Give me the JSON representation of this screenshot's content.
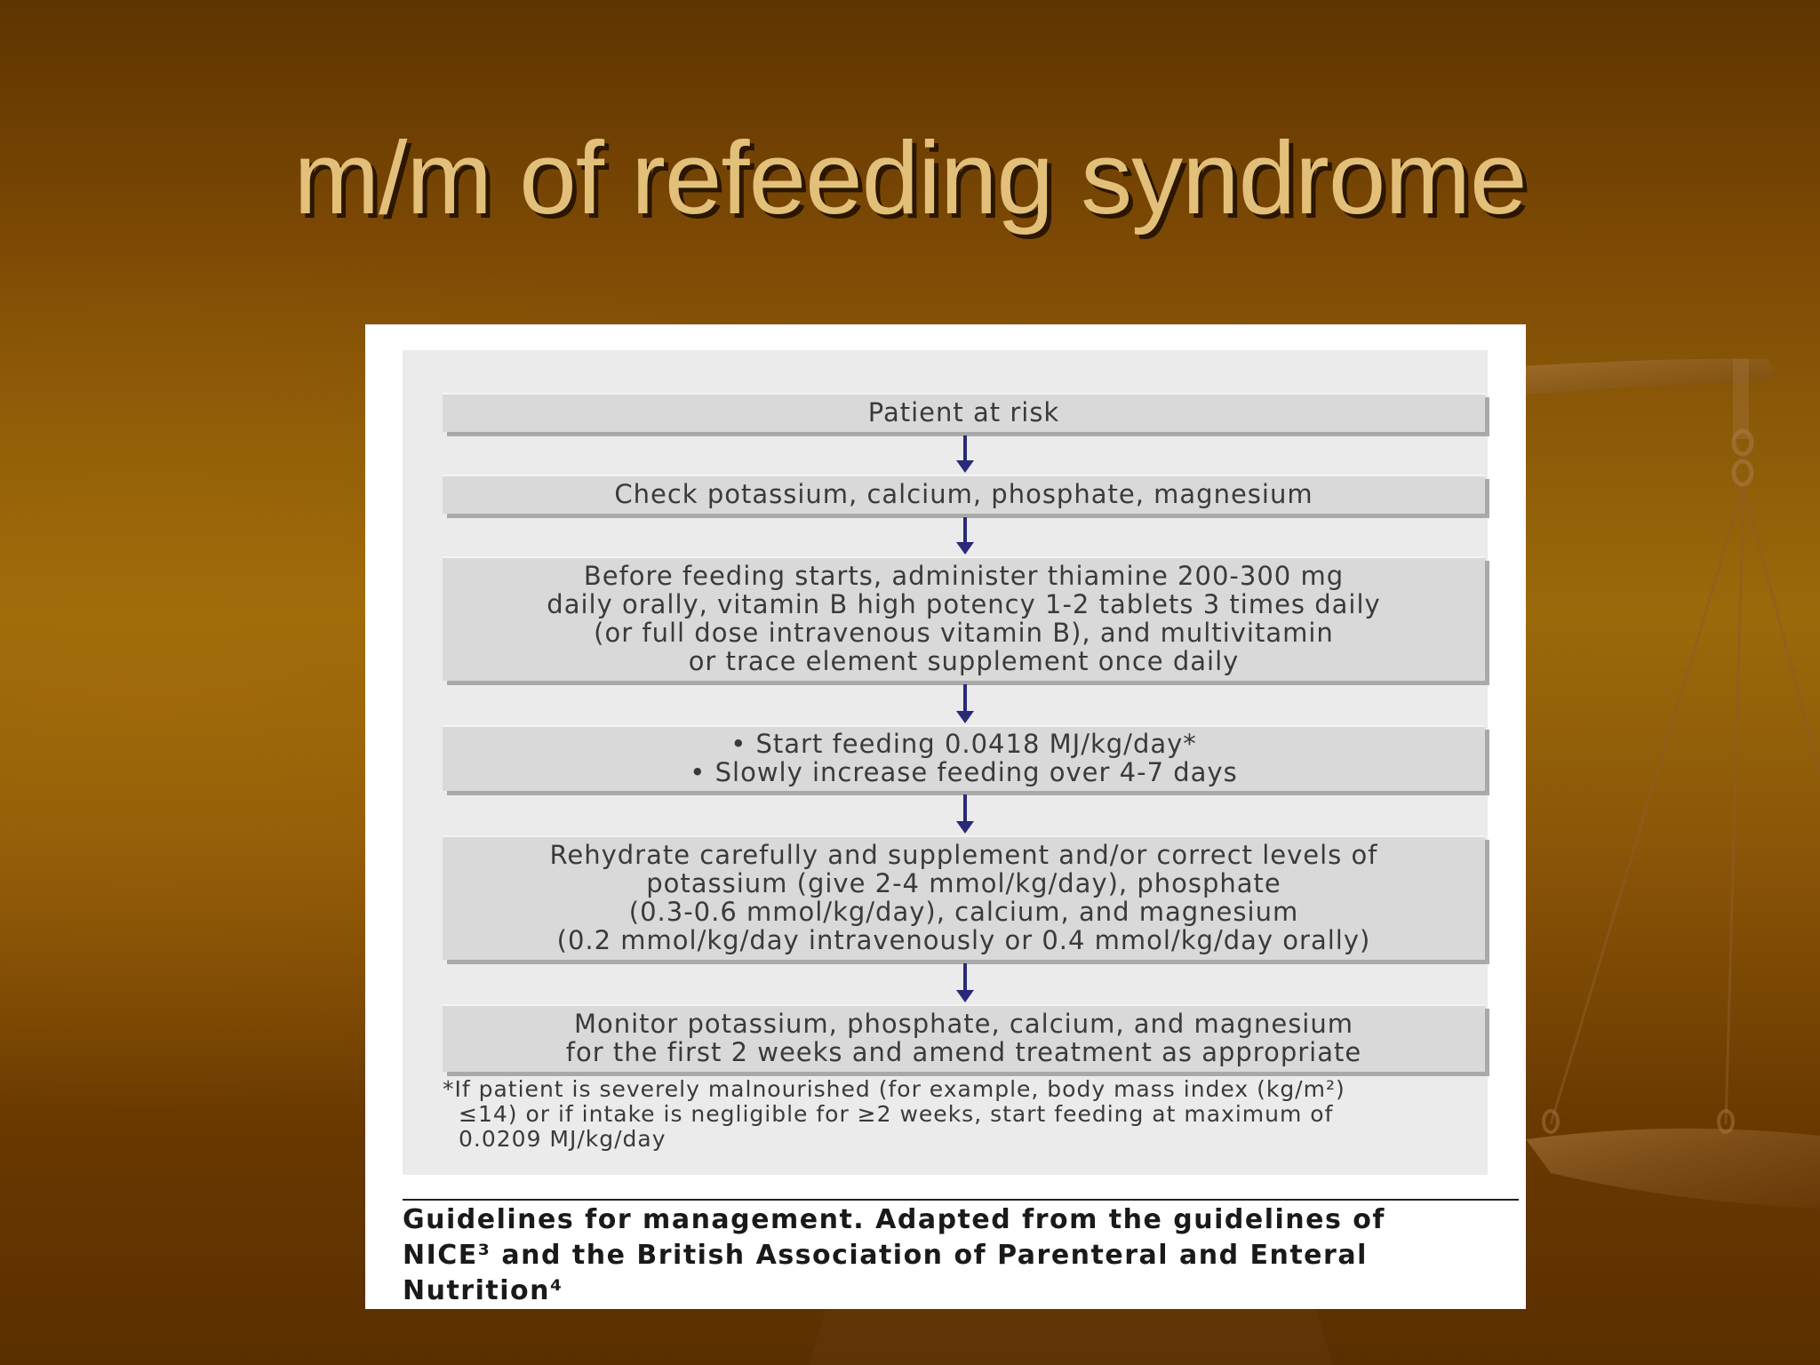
{
  "slide": {
    "title": "m/m of refeeding syndrome"
  },
  "flowchart": {
    "steps": [
      {
        "lines": [
          "Patient at risk"
        ]
      },
      {
        "lines": [
          "Check potassium, calcium, phosphate, magnesium"
        ]
      },
      {
        "lines": [
          "Before feeding starts, administer thiamine  200-300 mg",
          "daily orally, vitamin B high potency 1-2 tablets 3 times daily",
          "(or full dose intravenous vitamin B),  and multivitamin",
          "or trace element supplement once daily"
        ]
      },
      {
        "lines": [
          "• Start feeding 0.0418 MJ/kg/day*",
          "• Slowly increase feeding over 4-7 days"
        ]
      },
      {
        "lines": [
          "Rehydrate carefully  and supplement and/or correct levels of",
          "potassium (give 2-4 mmol/kg/day), phosphate",
          "(0.3-0.6 mmol/kg/day), calcium, and magnesium",
          "(0.2 mmol/kg/day intravenously or 0.4 mmol/kg/day orally)"
        ]
      },
      {
        "lines": [
          "Monitor potassium, phosphate, calcium, and magnesium",
          "for the first 2 weeks and amend treatment as appropriate"
        ]
      }
    ],
    "footnote": [
      "*If patient is severely malnourished (for example, body mass index (kg/m²)",
      "≤14) or if intake is negligible for ≥2 weeks, start feeding at maximum of",
      "0.0209 MJ/kg/day"
    ],
    "caption": [
      "Guidelines for management. Adapted from the guidelines of",
      "NICE³ and the British Association of Parenteral and Enteral",
      "Nutrition⁴"
    ]
  }
}
